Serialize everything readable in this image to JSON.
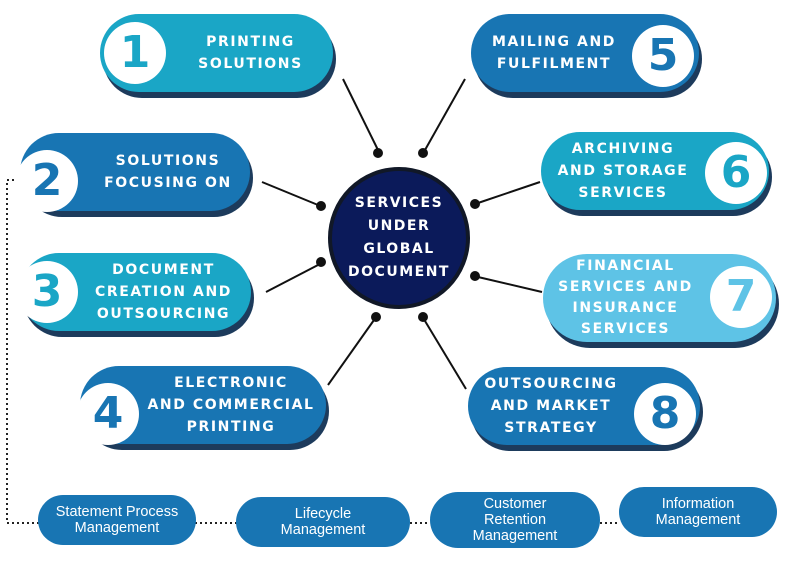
{
  "center": {
    "label": "SERVICES\nUNDER\nGLOBAL\nDOCUMENT"
  },
  "services": [
    {
      "number": "1",
      "label": "PRINTING\nSOLUTIONS",
      "color": "#1aa6c6"
    },
    {
      "number": "2",
      "label": "SOLUTIONS\nFOCUSING ON",
      "color": "#1875b3"
    },
    {
      "number": "3",
      "label": "DOCUMENT\nCREATION AND\nOUTSOURCING",
      "color": "#1aa6c6"
    },
    {
      "number": "4",
      "label": "ELECTRONIC\nAND COMMERCIAL\nPRINTING",
      "color": "#1875b3"
    },
    {
      "number": "5",
      "label": "MAILING AND\nFULFILMENT",
      "color": "#1875b3"
    },
    {
      "number": "6",
      "label": "ARCHIVING\nAND STORAGE\nSERVICES",
      "color": "#1aa6c6"
    },
    {
      "number": "7",
      "label": "FINANCIAL\nSERVICES AND\nINSURANCE\nSERVICES",
      "color": "#5ec3e6"
    },
    {
      "number": "8",
      "label": "OUTSOURCING\nAND MARKET\nSTRATEGY",
      "color": "#1875b3"
    }
  ],
  "sub_services": [
    {
      "label": "Statement Process\nManagement"
    },
    {
      "label": "Lifecycle\nManagement"
    },
    {
      "label": "Customer\nRetention\nManagement"
    },
    {
      "label": "Information\nManagement"
    }
  ],
  "colors": {
    "center_fill": "#0b1a5a",
    "shadow": "#1d3b5c",
    "connector": "#111111",
    "sub_pill": "#1875b3"
  }
}
